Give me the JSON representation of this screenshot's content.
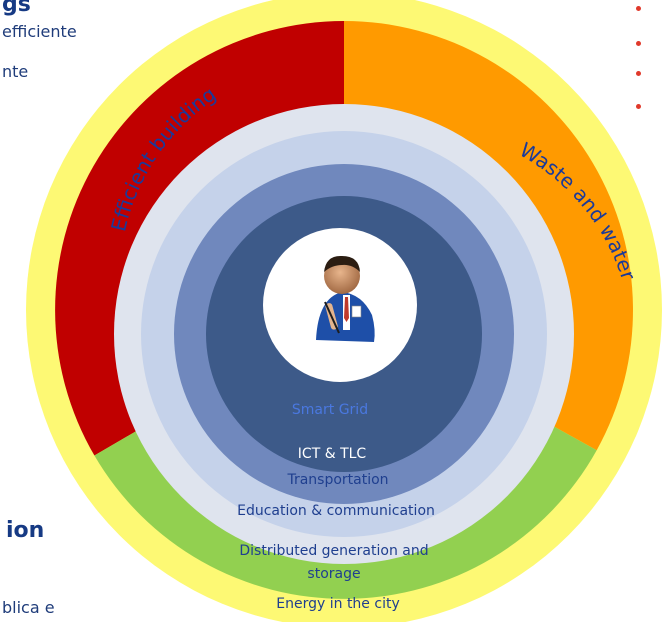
{
  "background_text": {
    "heading_top": "gs",
    "line_1": "efficiente",
    "line_2": "nte",
    "heading_bottom": "ion",
    "line_bottom": "blica e"
  },
  "diagram": {
    "center_label": "Citizen",
    "rings": [
      {
        "label": "Smart Grid",
        "color": "#3d5a89"
      },
      {
        "label": "ICT & TLC",
        "color": "#7088bd"
      },
      {
        "label": "Transportation",
        "color": "#c5d2ea"
      },
      {
        "label": "Education & communication",
        "color": "#dfe4ee"
      },
      {
        "label_line_1": "Distributed generation and",
        "label_line_2": "storage"
      },
      {
        "label": "Energy in the city",
        "color": "#fdf974"
      }
    ],
    "sectors": [
      {
        "label": "Efficient building",
        "color": "#c00000"
      },
      {
        "label": "Waste and water",
        "color": "#ff9a00"
      },
      {
        "color": "#92d050"
      }
    ],
    "colors": {
      "text_dark": "#1f3f8f",
      "text_on_dark": "#ffffff",
      "bullet": "#e0392b"
    }
  }
}
